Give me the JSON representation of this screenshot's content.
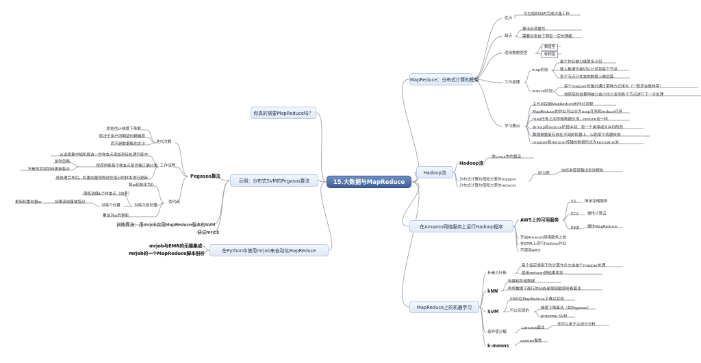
{
  "central": "15.大数据与MapReduce",
  "mapreduce": {
    "title": "MapReduce：分布式计算的框架",
    "youdian": {
      "label": "优点",
      "items": [
        "可在短时间内完成大量工作"
      ]
    },
    "quedian": {
      "label": "缺点",
      "items": [
        "算法必须重写",
        "需要对系统工程有一定的理解"
      ]
    },
    "shiyong": {
      "label": "适用数据类型",
      "items": [
        "数值型",
        "标称型"
      ]
    },
    "gongzuo": {
      "label": "工作原理",
      "map_label": "map阶段",
      "map_items": [
        "单个作业被分成很多小份",
        "输入数据也被切片分发到每个节点",
        "各个节点只在本地数据上做运算"
      ],
      "reduce_label": "reduce阶段",
      "reduce_items": [
        "每个mapper的输出通过某种方式组合（一般还会做排序）",
        "排序后的结果再被分成小份分发到各个节点进行下一步处理"
      ]
    },
    "xuexi": {
      "label": "学习要点",
      "items": [
        "主节点控制MapReduce的作业流程",
        "MapReduce的作业可以分为map任务和reduce任务",
        "map任务之间不做数据交流，reduce也一样",
        "在map和reduce阶段中间，有一个排序或合并的阶段",
        "数据被重复存放在不同的机器上，以防某个机器失效",
        "mapper和reducer传输的数据形式为key/value对"
      ]
    }
  },
  "hadoop": {
    "title": "Hadoop流",
    "items": [
      "Hadoop流",
      "分布式计算均值和方差的mapper",
      "分布式计算均值和方差的reducer"
    ],
    "pipe": "类Linux中的管道",
    "note_label": "好习惯",
    "note": "向标准错误输出发送报告"
  },
  "amazon": {
    "title": "在Amazon网络服务上运行Hadoop程序",
    "aws_label": "AWS上的可用服务",
    "s3": "S3",
    "s3_desc": "简单存储服务",
    "ec2": "EC2",
    "ec2_desc": "弹性计算云",
    "emr": "EMR",
    "emr_desc": "弹性MapReduce",
    "items": [
      "开启Amazon网络服务之旅",
      "在EMR上运行Hadoop作业",
      "不使用AWS"
    ]
  },
  "ml": {
    "title": "MapReduce上的机器学习",
    "jianshu": {
      "label": "朴素贝叶斯",
      "items": [
        "每个指定类别下的计算作业交由单个mapper处理",
        "使用reducer把结果相加"
      ]
    },
    "knn": {
      "label": "kNN",
      "items": [
        "构建树存储数据",
        "再将数据下面行的kNN是局部敏感哈希算法"
      ]
    },
    "svm": {
      "label": "SVM",
      "smo": "SMO在MapReduce下难以实现",
      "impl_label": "可以实现的",
      "impl_items": [
        "梯度下降算法（如Pegasos）",
        "proximal SVM"
      ]
    },
    "qiyi": {
      "label": "奇异值分解",
      "sub": "Lanczos算法",
      "desc": "还可以用于主成分分析"
    },
    "kmeans": {
      "label": "k-means",
      "sub": "canopy聚类"
    }
  },
  "need": {
    "title": "你真的需要MapReduce吗？"
  },
  "example": {
    "title": "示例：分布式SVM的Pegasos算法",
    "pegasos": "Pegasos算法",
    "diedai": {
      "label": "迭代次数",
      "items": [
        "原始估计梯度下降解",
        "取决于用户所期望的精确度",
        "而不是数据集的大小"
      ]
    },
    "gongzuo": {
      "label": "工作流程",
      "items": [
        "从训练集中随机挑选一些样本点添加到待处理列表中",
        "是则忽略",
        "按序判断每个样本点是否被正确分类",
        "不是则添加到待更新集合",
        "批处理完毕后，权重向量按照这些错分的样本进行更新"
      ]
    },
    "weidaima": {
      "label": "伪代码",
      "init": "将w初始化为0",
      "loop_label": "对每次批处理",
      "random": "随机选择k个样本点（向量）",
      "each_label": "对每个向量",
      "cond": "如果该向量被错分",
      "update_w": "更新权重向量w",
      "accum": "累加对w的更新"
    },
    "train": "训练算法：用mrjob实现MapReduce版本的SVM",
    "debug": "调试mrjob"
  },
  "python": {
    "title": "在Python中使用mrjob来自动化MapReduce",
    "items": [
      "mrjob与EMR的无缝集成",
      "mrjob的一个MapReduce脚本剖析"
    ]
  },
  "colors": {
    "central": "#3e5f99",
    "box": "#dfe9f6",
    "line": "#9aa3ad"
  }
}
